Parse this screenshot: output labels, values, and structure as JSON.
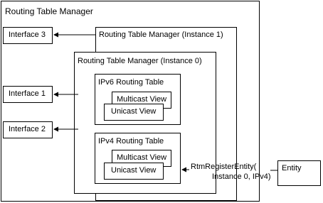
{
  "diagram": {
    "outer_title": "Routing Table Manager",
    "instance1_title": "Routing Table Manager (Instance 1)",
    "instance0_title": "Routing Table Manager (Instance 0)",
    "interfaces": [
      "Interface 3",
      "Interface 1",
      "Interface 2"
    ],
    "ipv6_table": {
      "title": "IPv6 Routing Table",
      "multicast_view": "Multicast View",
      "unicast_view": "Unicast View"
    },
    "ipv4_table": {
      "title": "IPv4 Routing Table",
      "multicast_view": "Multicast View",
      "unicast_view": "Unicast View"
    },
    "call_line1": "RtmRegisterEntity(",
    "call_line2": "Instance 0, IPv4)",
    "entity": "Entity"
  }
}
